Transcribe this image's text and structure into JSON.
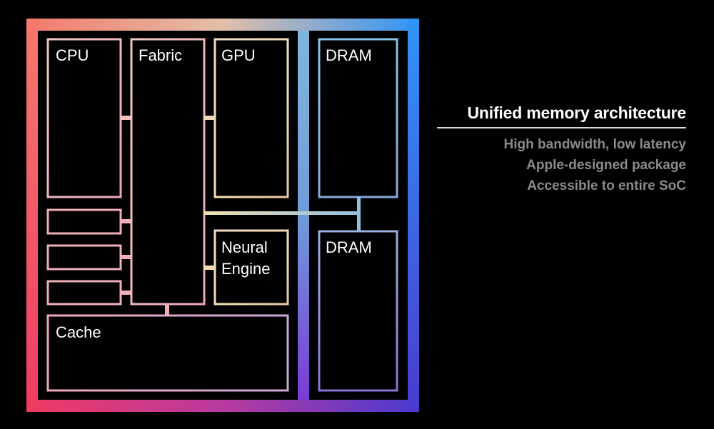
{
  "diagram": {
    "title": "Apple M1 SoC unified memory architecture",
    "blocks": {
      "cpu": "CPU",
      "fabric": "Fabric",
      "gpu": "GPU",
      "dram_top": "DRAM",
      "neural_engine_line1": "Neural",
      "neural_engine_line2": "Engine",
      "dram_bottom": "DRAM",
      "cache": "Cache"
    },
    "colors": {
      "frame_top_left": "#f47a6c",
      "frame_top_right": "#3a9cf5",
      "frame_bottom_left": "#f03a64",
      "frame_bottom_right": "#4a3ad0",
      "block_left": "#f0b3b8",
      "block_center": "#f3dfb0",
      "block_right": "#86bfe5",
      "block_bottom_right": "#8a7ad6"
    }
  },
  "sidebar": {
    "title": "Unified memory architecture",
    "items": [
      "High bandwidth, low latency",
      "Apple-designed package",
      "Accessible to entire SoC"
    ]
  }
}
